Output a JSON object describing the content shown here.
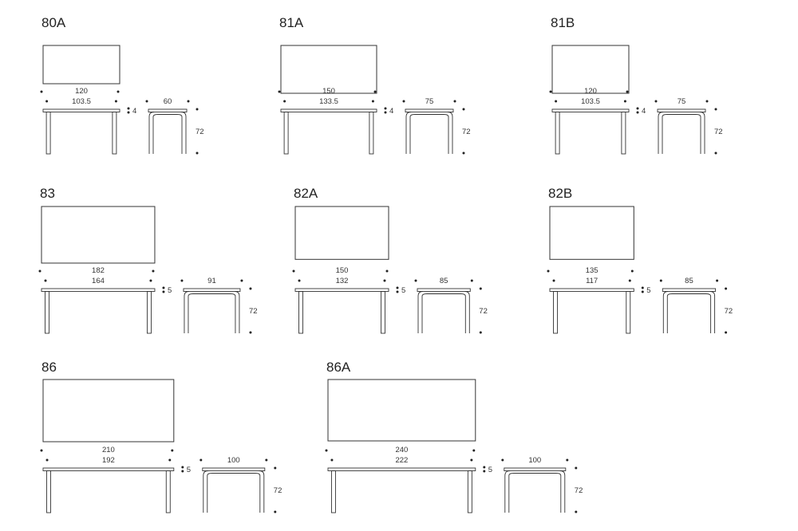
{
  "units_note": "",
  "tables": [
    {
      "model": "80A",
      "length": "120",
      "leg_span": "103.5",
      "top": "4",
      "width": "60",
      "height": "72"
    },
    {
      "model": "81A",
      "length": "150",
      "leg_span": "133.5",
      "top": "4",
      "width": "75",
      "height": "72"
    },
    {
      "model": "81B",
      "length": "120",
      "leg_span": "103.5",
      "top": "4",
      "width": "75",
      "height": "72"
    },
    {
      "model": "83",
      "length": "182",
      "leg_span": "164",
      "top": "5",
      "width": "91",
      "height": "72"
    },
    {
      "model": "82A",
      "length": "150",
      "leg_span": "132",
      "top": "5",
      "width": "85",
      "height": "72"
    },
    {
      "model": "82B",
      "length": "135",
      "leg_span": "117",
      "top": "5",
      "width": "85",
      "height": "72"
    },
    {
      "model": "86",
      "length": "210",
      "leg_span": "192",
      "top": "5",
      "width": "100",
      "height": "72"
    },
    {
      "model": "86A",
      "length": "240",
      "leg_span": "222",
      "top": "5",
      "width": "100",
      "height": "72"
    }
  ]
}
